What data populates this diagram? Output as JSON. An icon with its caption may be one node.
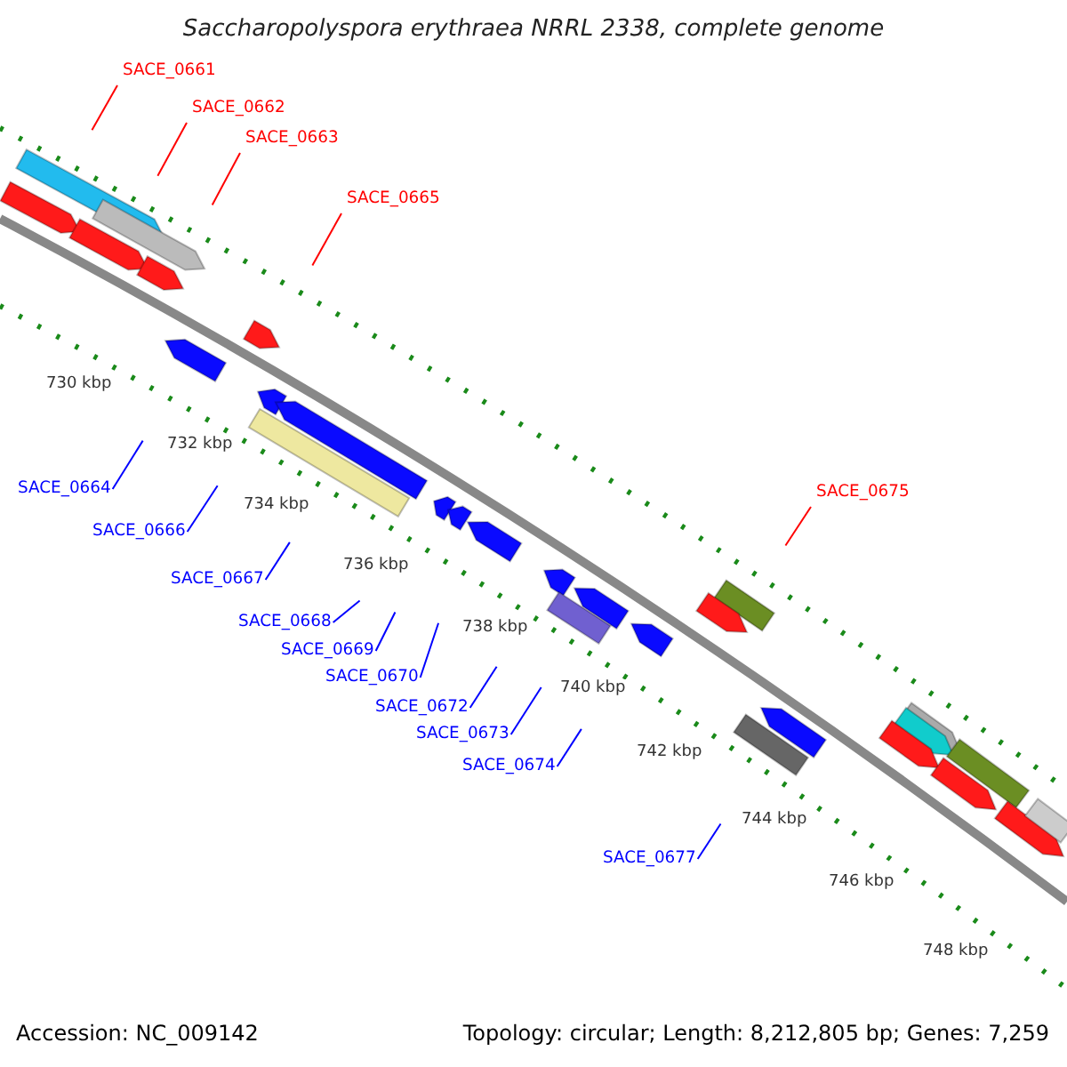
{
  "diagram": {
    "title": "Saccharopolyspora erythraea NRRL 2338, complete genome",
    "nodes": [
      {
        "text": [
          "SACE_0661"
        ]
      },
      {
        "text": [
          "SACE_0662"
        ]
      },
      {
        "text": [
          "SACE_0663"
        ]
      },
      {
        "text": [
          "SACE_0665"
        ]
      },
      {
        "text": [
          "SACE_0664"
        ]
      },
      {
        "text": [
          "SACE_0675"
        ]
      },
      {
        "text": [
          "SACE_0666"
        ]
      },
      {
        "text": [
          "SACE_0667"
        ]
      },
      {
        "text": [
          "SACE_0668"
        ]
      },
      {
        "text": [
          "SACE_0669"
        ]
      },
      {
        "text": [
          "SACE_0670"
        ]
      },
      {
        "text": [
          "SACE_0672"
        ]
      },
      {
        "text": [
          "SACE_0673"
        ]
      },
      {
        "text": [
          "SACE_0674"
        ]
      },
      {
        "text": [
          "SACE_0677"
        ]
      }
    ],
    "edges": [
      {
        "from": 0,
        "to": null,
        "arrow": "none",
        "color": "#ff0000"
      },
      {
        "from": 1,
        "to": null,
        "arrow": "none",
        "color": "#ff0000"
      },
      {
        "from": 2,
        "to": null,
        "arrow": "none",
        "color": "#ff0000"
      },
      {
        "from": 3,
        "to": null,
        "arrow": "none",
        "color": "#ff0000"
      },
      {
        "from": 4,
        "to": null,
        "arrow": "none"
      },
      {
        "from": 5,
        "to": null,
        "arrow": "none",
        "color": "#ff0000"
      },
      {
        "from": 6,
        "to": null,
        "arrow": "none"
      },
      {
        "from": 7,
        "to": null,
        "arrow": "none"
      },
      {
        "from": 8,
        "to": null,
        "arrow": "none"
      },
      {
        "from": 9,
        "to": null,
        "arrow": "none"
      },
      {
        "from": 10,
        "to": null,
        "arrow": "none"
      },
      {
        "from": 11,
        "to": null,
        "arrow": "none"
      },
      {
        "from": 12,
        "to": null,
        "arrow": "none"
      },
      {
        "from": 13,
        "to": null,
        "arrow": "none"
      },
      {
        "from": 14,
        "to": null,
        "arrow": "none"
      }
    ],
    "labels": [
      "730 kbp",
      "732 kbp",
      "734 kbp",
      "736 kbp",
      "738 kbp",
      "740 kbp",
      "742 kbp",
      "744 kbp",
      "746 kbp",
      "748 kbp",
      "Accession: NC_009142",
      "Topology: circular; Length: 8,212,805 bp; Genes: 7,259"
    ]
  }
}
